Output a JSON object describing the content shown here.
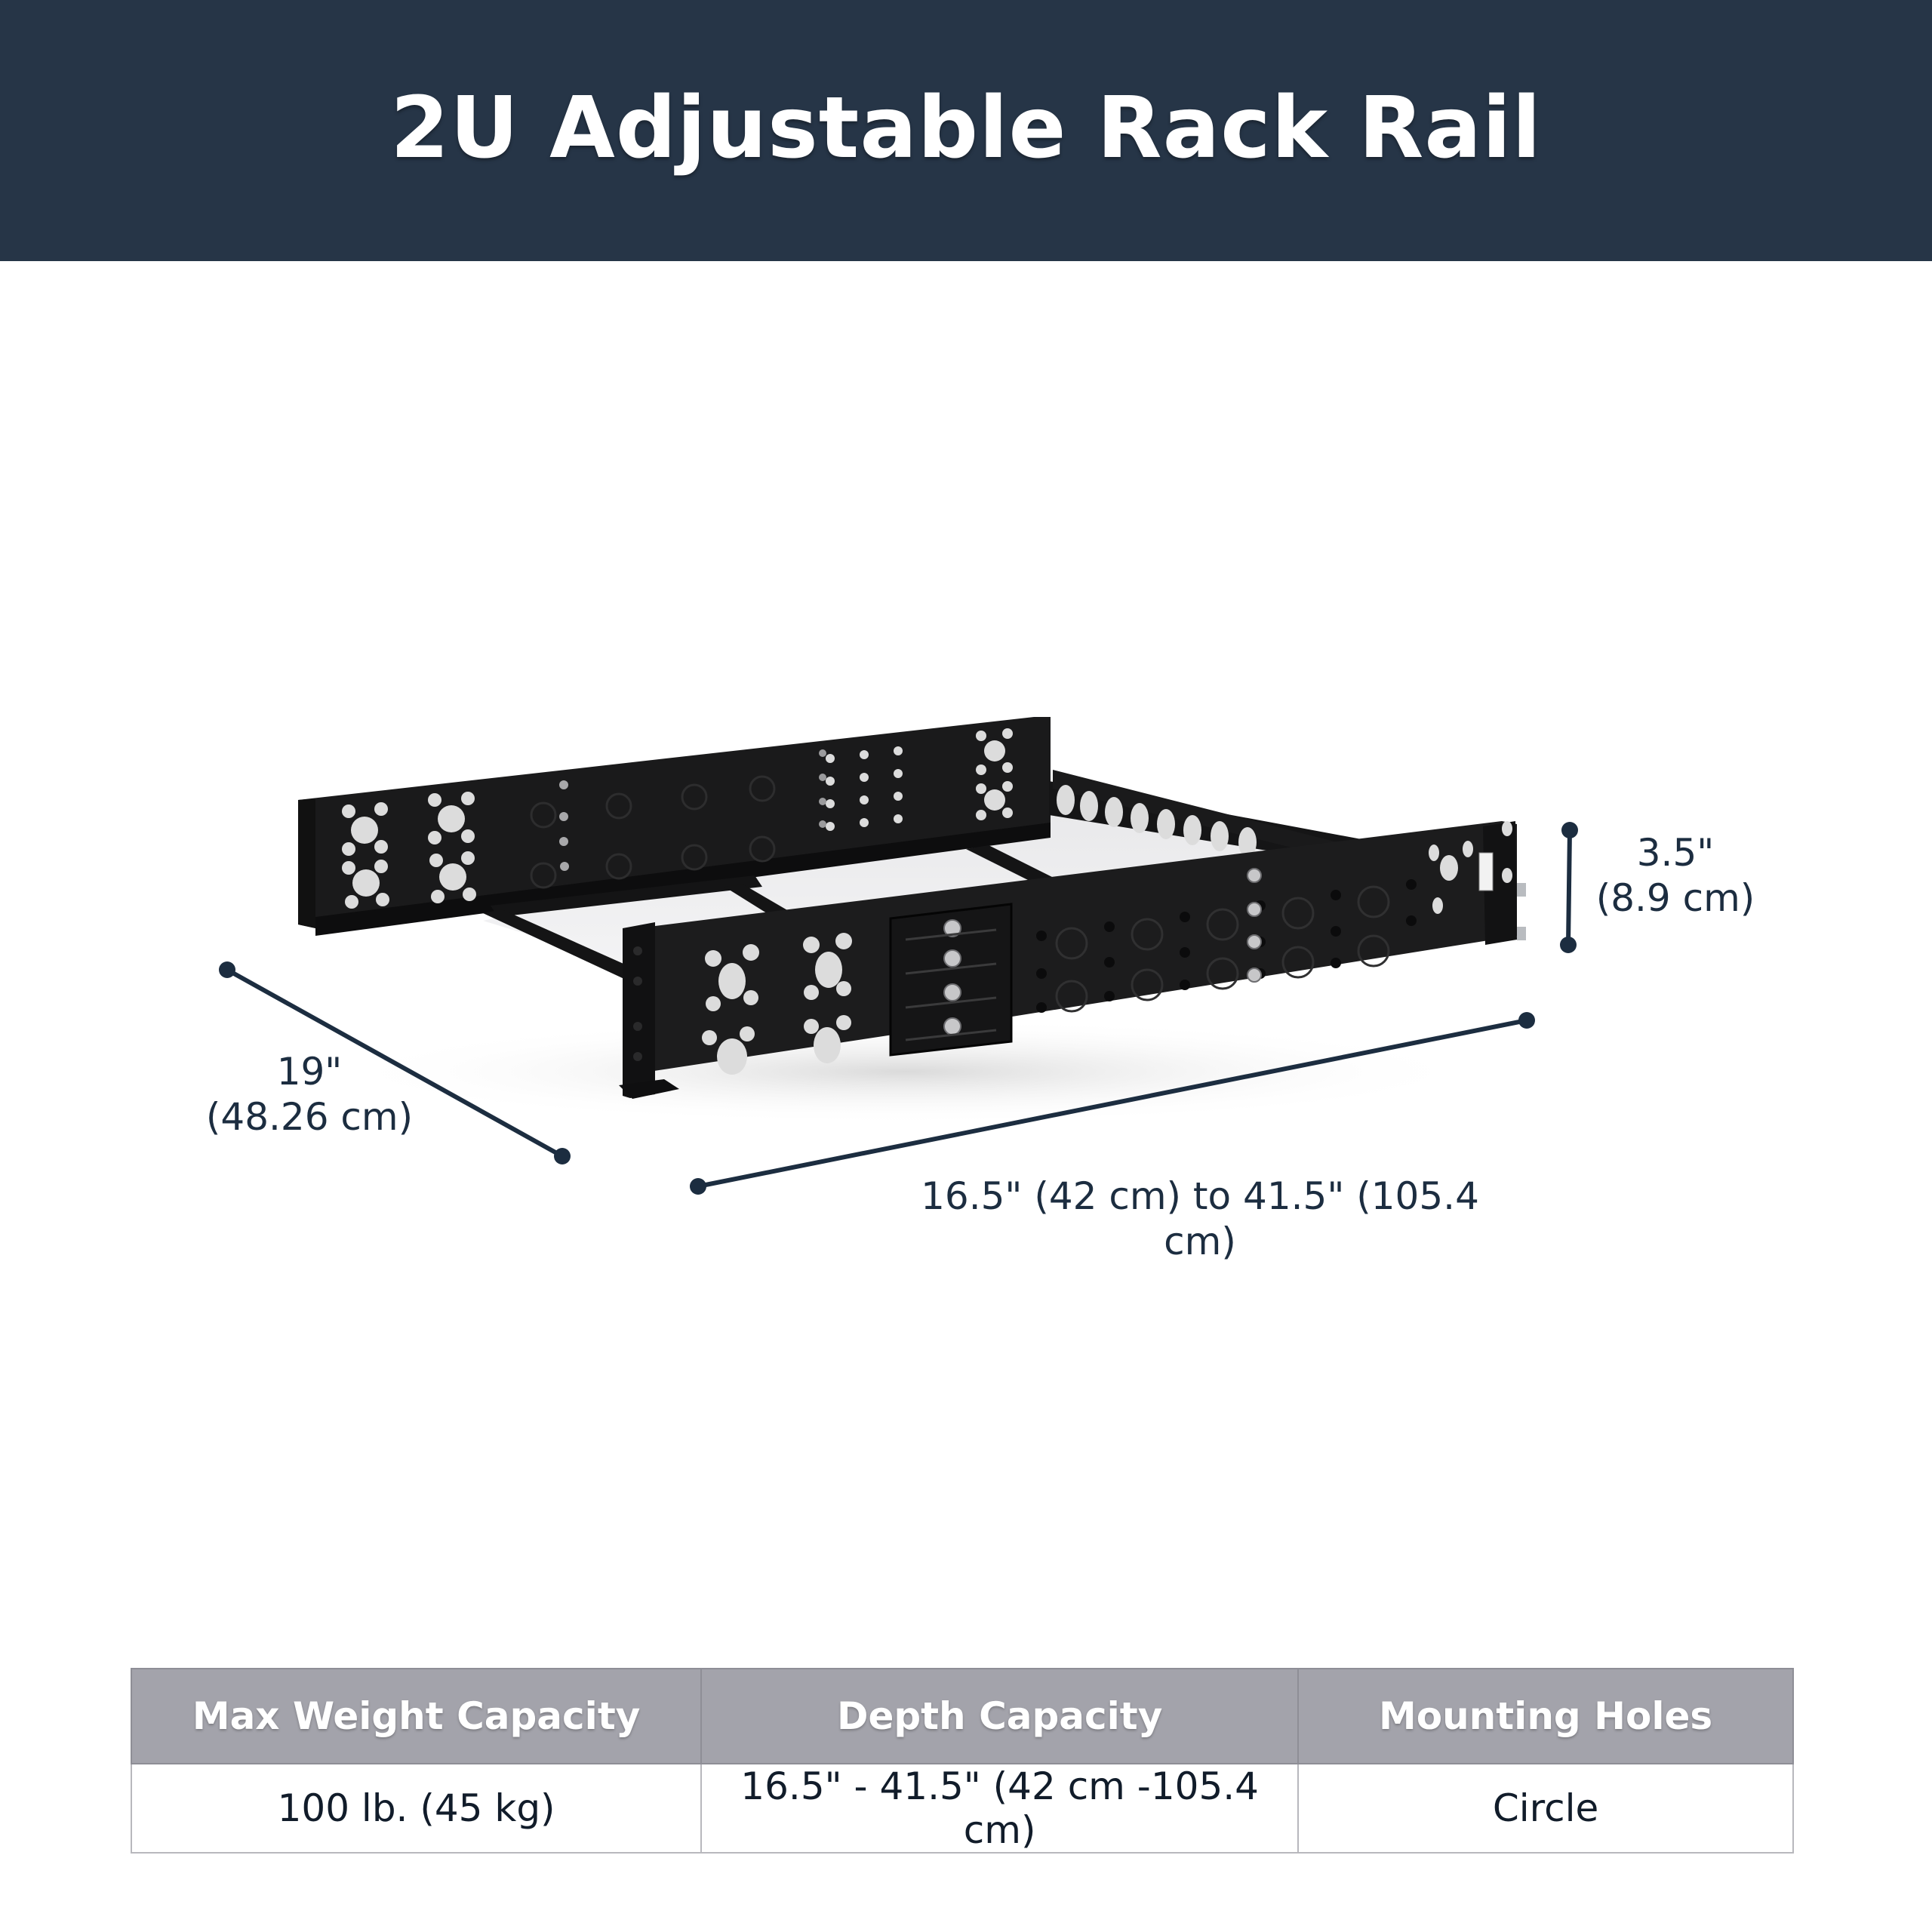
{
  "header": {
    "title": "2U Adjustable Rack Rail",
    "background_color": "#263547"
  },
  "product_image": {
    "subject": "2U adjustable rack rail (black steel, perforated with circular holes)",
    "dimension_line_color": "#1c2d40"
  },
  "dimensions": {
    "width": {
      "imperial": "19\"",
      "metric": "(48.26 cm)"
    },
    "height": {
      "imperial": "3.5\"",
      "metric": "(8.9 cm)"
    },
    "depth": {
      "label": "16.5\" (42 cm) to 41.5\" (105.4 cm)"
    }
  },
  "specs_table": {
    "header_color": "#a3a3ab",
    "columns": [
      "Max Weight Capacity",
      "Depth Capacity",
      "Mounting Holes"
    ],
    "rows": [
      [
        "100 lb. (45 kg)",
        "16.5\" - 41.5\" (42 cm -105.4 cm)",
        "Circle"
      ]
    ]
  }
}
